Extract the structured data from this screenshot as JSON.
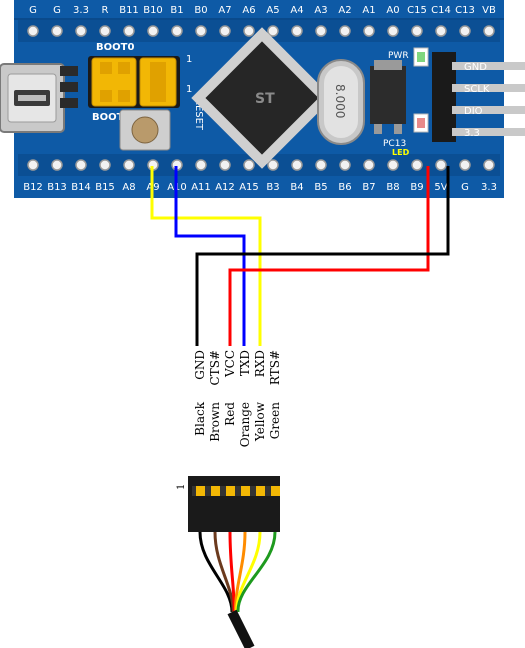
{
  "board": {
    "top_pins": [
      "G",
      "G",
      "3.3",
      "R",
      "B11",
      "B10",
      "B1",
      "B0",
      "A7",
      "A6",
      "A5",
      "A4",
      "A3",
      "A2",
      "A1",
      "A0",
      "C15",
      "C14",
      "C13",
      "VB"
    ],
    "bottom_pins": [
      "B12",
      "B13",
      "B14",
      "B15",
      "A8",
      "A9",
      "A10",
      "A11",
      "A12",
      "A15",
      "B3",
      "B4",
      "B5",
      "B6",
      "B7",
      "B8",
      "B9",
      "5V",
      "G",
      "3.3"
    ],
    "boot0_label": "BOOT0",
    "boot1_label": "BOOT1",
    "reset_label": "RESET",
    "jumper_one_a": "1",
    "jumper_one_b": "1",
    "pwr_label": "PWR",
    "pc13_label": "PC13",
    "led_label": "LED",
    "crystal_label": "8.000",
    "right_header": [
      "GND",
      "SCLK",
      "DIO",
      "3.3"
    ],
    "mcu_logo": "ST"
  },
  "cable": {
    "signals": [
      "GND",
      "CTS#",
      "VCC",
      "TXD",
      "RXD",
      "RTS#"
    ],
    "colors": [
      "Black",
      "Brown",
      "Red",
      "Orange",
      "Yellow",
      "Green"
    ],
    "pin_one_label": "1"
  },
  "wire_colors": {
    "yellow": "#ffff00",
    "blue": "#0000ff",
    "red": "#ff0000",
    "black": "#000000",
    "board_blue": "#0e5aa6",
    "orange": "#ff8c00",
    "brown": "#6b3a1e",
    "green": "#1e9a1e"
  }
}
